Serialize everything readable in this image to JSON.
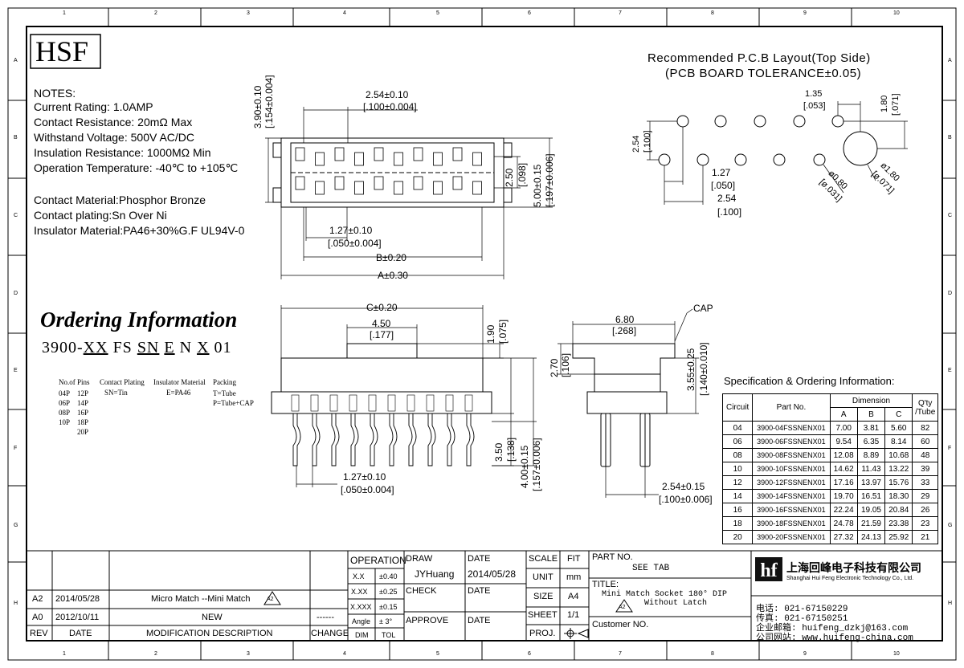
{
  "zone_cols": [
    "1",
    "2",
    "3",
    "4",
    "5",
    "6",
    "7",
    "8",
    "9",
    "10"
  ],
  "zone_rows": [
    "A",
    "B",
    "C",
    "D",
    "E",
    "F",
    "G",
    "H"
  ],
  "logo": "HSF",
  "notes": {
    "heading": "NOTES:",
    "lines": [
      "Current Rating: 1.0AMP",
      "Contact Resistance: 20mΩ Max",
      "Withstand Voltage: 500V AC/DC",
      "Insulation Resistance: 1000MΩ Min",
      "Operation Temperature: -40℃ to +105℃"
    ],
    "materials": [
      "Contact Material:Phosphor Bronze",
      "Contact plating:Sn Over Ni",
      "Insulator Material:PA46+30%G.F UL94V-0"
    ]
  },
  "ordering": {
    "title": "Ordering Information",
    "code_parts": [
      "3900-",
      "XX",
      " FS ",
      "SN",
      " ",
      "E",
      " N ",
      "X",
      " 01"
    ],
    "pins_label": "No.of Pins",
    "pins_col1": [
      "04P",
      "06P",
      "08P",
      "10P"
    ],
    "pins_col2": [
      "12P",
      "14P",
      "16P",
      "18P",
      "20P"
    ],
    "plating_label": "Contact Plating",
    "plating_value": "SN=Tin",
    "insulator_label": "Insulator Material",
    "insulator_value": "E=PA46",
    "packing_label": "Packing",
    "packing_values": [
      "T=Tube",
      "P=Tube+CAP"
    ]
  },
  "top_view_dims": {
    "h_total": "3.90±0.10",
    "h_total_in": "[.154±0.004]",
    "pitch": "2.54±0.10",
    "pitch_in": "[.100±0.004]",
    "row": "2.50",
    "row_in": "[.098]",
    "width": "5.00±0.15",
    "width_in": "[.197±0.006]",
    "half_pitch": "1.27±0.10",
    "half_pitch_in": "[.050±0.004]",
    "b": "B±0.20",
    "a": "A±0.30"
  },
  "side_view_dims": {
    "c": "C±0.20",
    "w": "4.50",
    "w_in": "[.177]",
    "h1": "1.90",
    "h1_in": "[.075]",
    "h2": "3.50",
    "h2_in": "[.138]",
    "h3": "4.00±0.15",
    "h3_in": "[.157±0.006]",
    "pitch": "1.27±0.10",
    "pitch_in": "[.050±0.004]"
  },
  "end_view_dims": {
    "cap": "CAP",
    "w": "6.80",
    "w_in": "[.268]",
    "h1": "2.70",
    "h1_in": "[.106]",
    "h2": "3.55±0.25",
    "h2_in": "[.140±0.010]",
    "pitch": "2.54±0.15",
    "pitch_in": "[.100±0.006]"
  },
  "pcb_layout": {
    "title1": "Recommended P.C.B Layout(Top Side)",
    "title2": "(PCB BOARD TOLERANCE±0.05)",
    "d1": "1.35",
    "d1_in": "[.053]",
    "d2": "1.80",
    "d2_in": "[.071]",
    "d3": "2.54",
    "d3_in": "[.100]",
    "d4": "1.27",
    "d4_in": "[.050]",
    "d5": "2.54",
    "d5_in": "[.100]",
    "hole": "ø0.80",
    "hole_in": "[ø.031]",
    "peg": "ø1.80",
    "peg_in": "[ø.071]"
  },
  "spec": {
    "title": "Specification & Ordering Information:",
    "h_circuit": "Circuit",
    "h_part": "Part No.",
    "h_dim": "Dimension",
    "h_qty": "Q'ty /Tube",
    "h_a": "A",
    "h_b": "B",
    "h_c": "C",
    "rows": [
      [
        "04",
        "3900-04FSSNENX01",
        "7.00",
        "3.81",
        "5.60",
        "82"
      ],
      [
        "06",
        "3900-06FSSNENX01",
        "9.54",
        "6.35",
        "8.14",
        "60"
      ],
      [
        "08",
        "3900-08FSSNENX01",
        "12.08",
        "8.89",
        "10.68",
        "48"
      ],
      [
        "10",
        "3900-10FSSNENX01",
        "14.62",
        "11.43",
        "13.22",
        "39"
      ],
      [
        "12",
        "3900-12FSSNENX01",
        "17.16",
        "13.97",
        "15.76",
        "33"
      ],
      [
        "14",
        "3900-14FSSNENX01",
        "19.70",
        "16.51",
        "18.30",
        "29"
      ],
      [
        "16",
        "3900-16FSSNENX01",
        "22.24",
        "19.05",
        "20.84",
        "26"
      ],
      [
        "18",
        "3900-18FSSNENX01",
        "24.78",
        "21.59",
        "23.38",
        "23"
      ],
      [
        "20",
        "3900-20FSSNENX01",
        "27.32",
        "24.13",
        "25.92",
        "21"
      ]
    ]
  },
  "revisions": {
    "rows": [
      {
        "rev": "A2",
        "date": "2014/05/28",
        "desc": "Micro Match --Mini Match",
        "mark": "A2",
        "change": ""
      },
      {
        "rev": "A0",
        "date": "2012/10/11",
        "desc": "NEW",
        "mark": "",
        "change": "------"
      }
    ],
    "h_rev": "REV",
    "h_date": "DATE",
    "h_desc": "MODIFICATION DESCRIPTION",
    "h_change": "CHANGE"
  },
  "title_block": {
    "operation": "OPERATION",
    "tol_rows": [
      [
        "X.X",
        "±0.40"
      ],
      [
        "X.XX",
        "±0.25"
      ],
      [
        "X.XXX",
        "±0.15"
      ],
      [
        "Angle",
        "± 3°"
      ]
    ],
    "dim": "DIM",
    "tol": "TOL",
    "draw": "DRAW",
    "drawer": "JYHuang",
    "date": "DATE",
    "draw_date": "2014/05/28",
    "check": "CHECK",
    "approve": "APPROVE",
    "scale": "SCALE",
    "fit": "FIT",
    "unit": "UNIT",
    "unit_val": "mm",
    "size": "SIZE",
    "size_val": "A4",
    "sheet": "SHEET",
    "sheet_val": "1/1",
    "proj": "PROJ.",
    "part_no_label": "PART NO.",
    "part_no": "SEE TAB",
    "title_label": "TITLE:",
    "title_line1": "Mini Match Socket 180° DIP",
    "title_line2": "Without Latch",
    "title_mark": "A2",
    "customer_label": "Customer NO.",
    "company_cn": "上海回峰电子科技有限公司",
    "company_en": "Shanghai Hui Feng Electronic Technology Co., Ltd.",
    "tel": "电话: 021-67150229",
    "fax": "传真: 021-67150251",
    "email": "企业邮箱: huifeng_dzkj@163.com",
    "web": "公司网站: www.huifeng-china.com"
  }
}
